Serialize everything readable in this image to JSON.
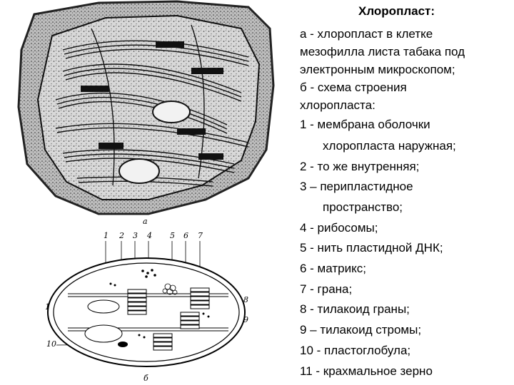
{
  "legend": {
    "title": "Хлоропласт:",
    "lines": [
      "а - хлоропласт в клетке",
      "мезофилла листа табака под",
      "электронным микроскопом;",
      "б - схема строения",
      "хлоропласта:",
      "1 - мембрана оболочки",
      "хлоропласта наружная;",
      "2 - то же внутренняя;",
      "3 – перипластидное",
      "пространство;",
      "4 - рибосомы;",
      "5 - нить пластидной ДНК;",
      "6 - матрикс;",
      "7 - грана;",
      "8 - тилакоид граны;",
      "9 – тилакоид стромы;",
      "10 - пластоглобула;",
      "11 - крахмальное зерно"
    ]
  },
  "figure": {
    "micro_label": "а",
    "schema_label": "б",
    "top_labels": [
      "1",
      "2",
      "3",
      "4",
      "5",
      "6",
      "7"
    ],
    "side_labels": [
      "8",
      "9"
    ],
    "left_labels": [
      "11",
      "10"
    ]
  }
}
